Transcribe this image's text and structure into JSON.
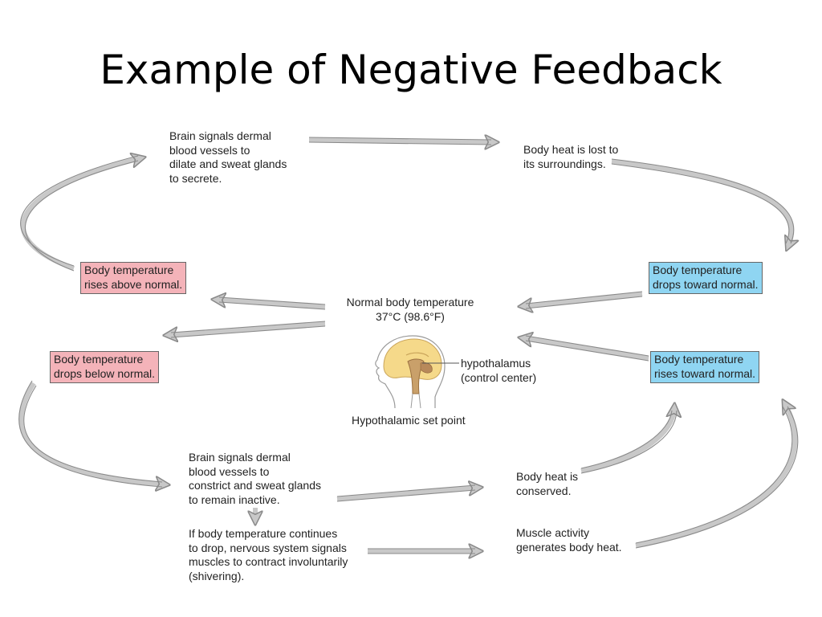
{
  "title": "Example of Negative Feedback",
  "colors": {
    "pink_box": "#f4b3b9",
    "blue_box": "#8fd5f2",
    "arrow_fill": "#c8c8c8",
    "arrow_stroke": "#8a8a8a",
    "brain": "#f5d98a",
    "hypothalamus": "#c9a06a"
  },
  "labels": {
    "brain_dilate": "Brain signals dermal\nblood vessels to\ndilate and sweat glands\nto secrete.",
    "heat_lost": "Body heat is lost to\nits surroundings.",
    "temp_rises_above": "Body temperature\nrises above normal.",
    "temp_drops_toward": "Body temperature\ndrops toward normal.",
    "normal_temp": "Normal body temperature\n37°C (98.6°F)",
    "temp_drops_below": "Body temperature\ndrops below normal.",
    "temp_rises_toward": "Body temperature\nrises toward normal.",
    "hypothalamus": "hypothalamus\n(control center)",
    "set_point": "Hypothalamic set point",
    "brain_constrict": "Brain signals dermal\nblood vessels to\nconstrict and sweat glands\nto remain inactive.",
    "heat_conserved": "Body heat is\nconserved.",
    "shivering": "If body temperature continues\nto drop, nervous system signals\nmuscles to contract involuntarily\n(shivering).",
    "muscle_activity": "Muscle activity\ngenerates body heat."
  }
}
